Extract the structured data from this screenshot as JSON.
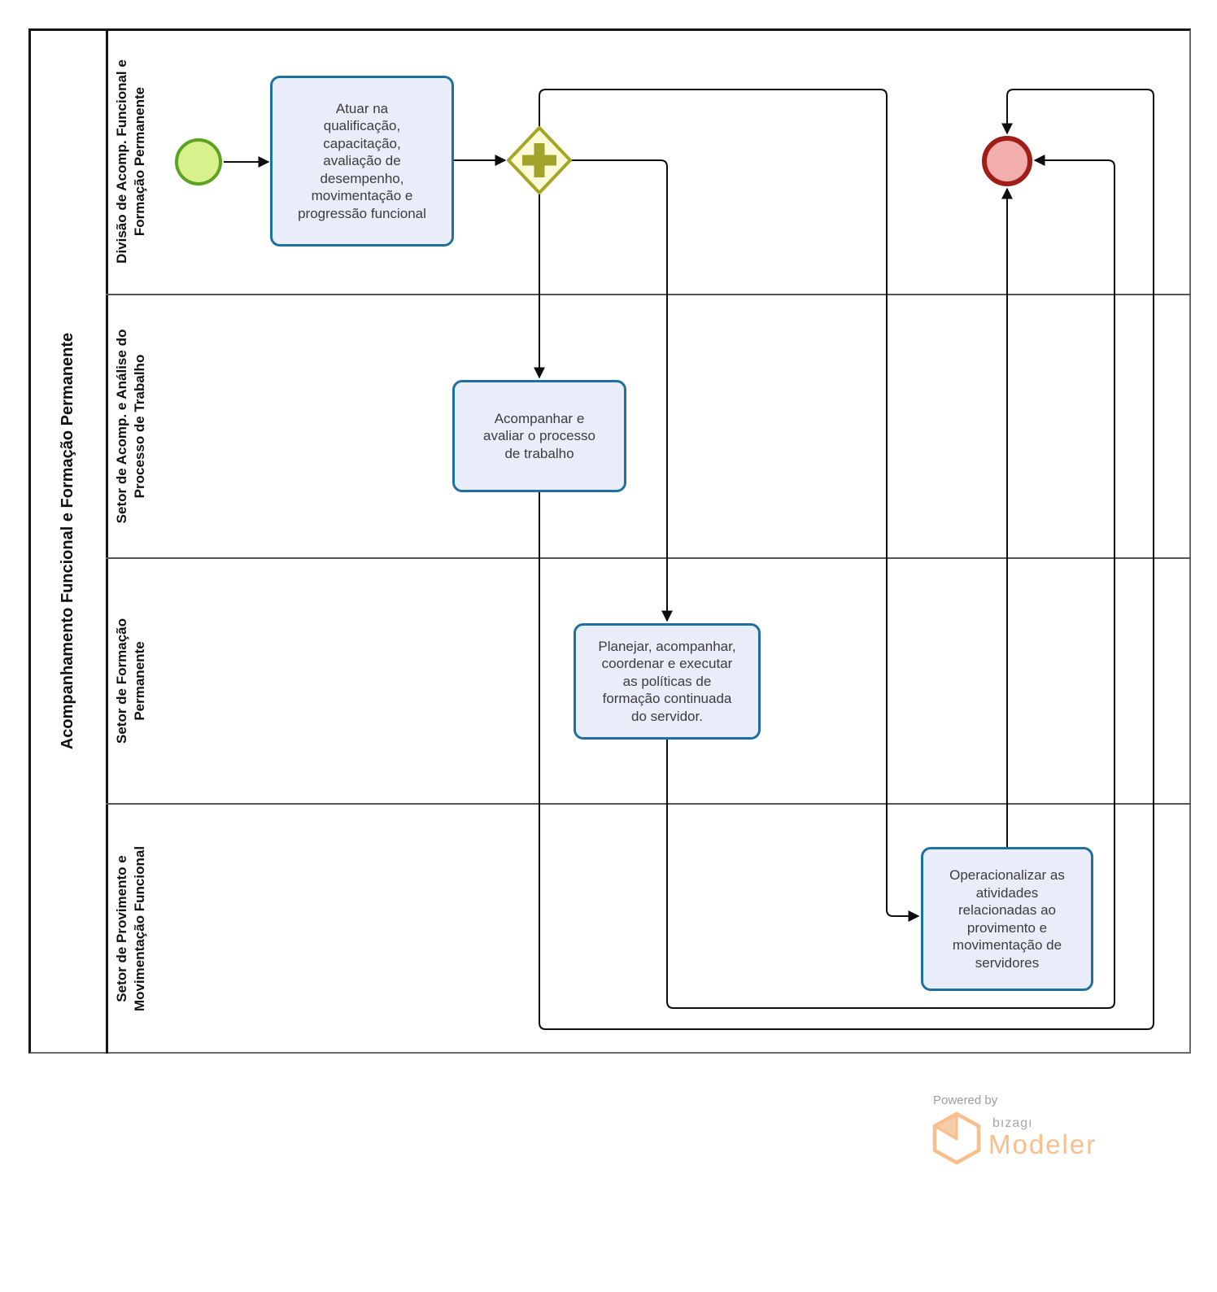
{
  "pool": {
    "title": "Acompanhamento Funcional e Formação Permanente"
  },
  "lanes": [
    {
      "label": "Divisão de Acomp. Funcional e\nFormação Permanente"
    },
    {
      "label": "Setor de Acomp. e Análise do\nProcesso de Trabalho"
    },
    {
      "label": "Setor de Formação\nPermanente"
    },
    {
      "label": "Setor de Provimento e\nMovimentação Funcional"
    }
  ],
  "nodes": {
    "task_atuar": {
      "label": "Atuar na\nqualificação,\ncapacitação,\navaliação de\ndesempenho,\nmovimentação e\nprogressão funcional"
    },
    "task_acompanhar": {
      "label": "Acompanhar e\navaliar o processo\nde trabalho"
    },
    "task_planejar": {
      "label": "Planejar, acompanhar,\ncoordenar e executar\nas políticas de\nformação continuada\ndo servidor."
    },
    "task_operacionalizar": {
      "label": "Operacionalizar as\natividades\nrelacionadas ao\nprovimento e\nmovimentação de\nservidores"
    }
  },
  "logo": {
    "powered_by": "Powered by",
    "brand": "bızagı",
    "product": "Modeler"
  },
  "colors": {
    "task_fill": "#E9EDFA",
    "task_border": "#1F6F9F",
    "task_text": "#3C3C3C",
    "start_fill": "#D9F18C",
    "start_border": "#5CA321",
    "end_fill": "#F1AEAC",
    "end_border": "#A01D18",
    "gw_fill": "#FBFBD8",
    "gw_border": "#A5A626",
    "gw_plus": "#A2A32B",
    "flow": "#0D0D0D",
    "pool_dark": "#151515",
    "pool_gray": "#696969",
    "lane_line": "#555555",
    "label_text": "#111111",
    "logo_orange": "#F8BE8C",
    "logo_flap": "#F5CDA9",
    "logo_gray": "#A8A5A5",
    "powered_gray": "#9C9C9C"
  }
}
